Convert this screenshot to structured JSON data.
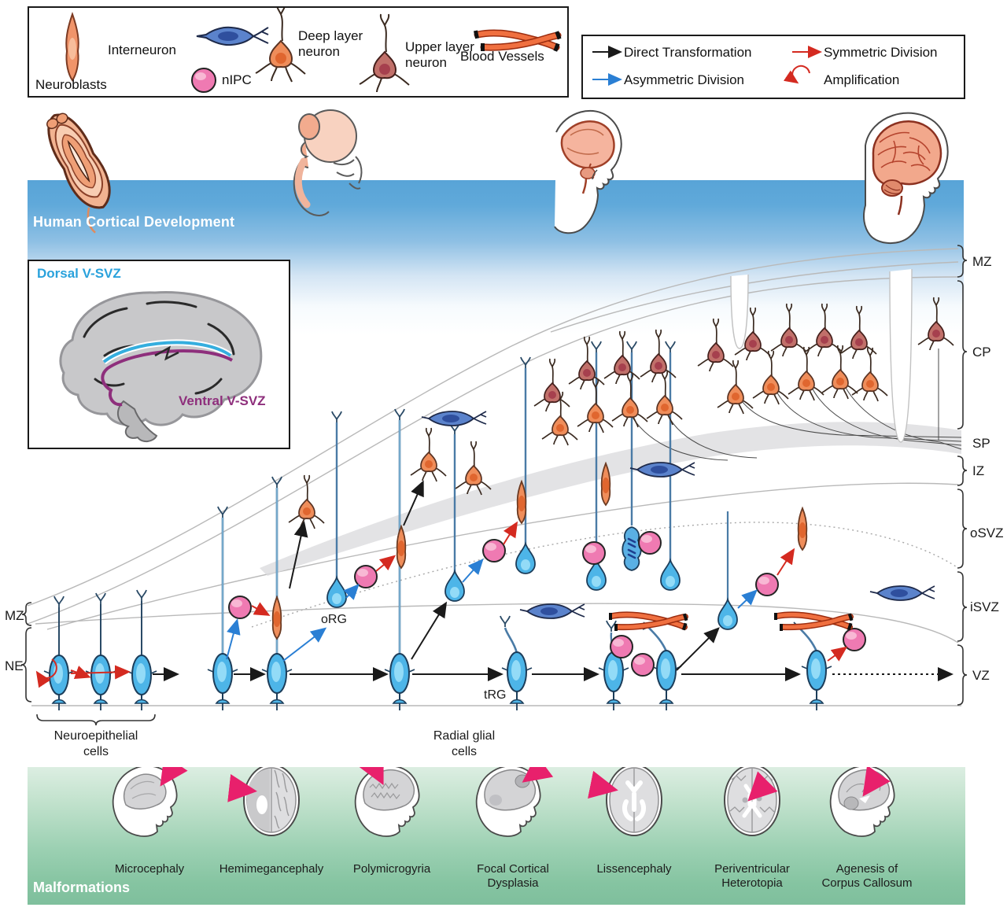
{
  "legend_cells": {
    "items": [
      {
        "name": "neuroblasts",
        "label": "Neuroblasts"
      },
      {
        "name": "interneuron",
        "label": "Interneuron"
      },
      {
        "name": "nipc",
        "label": "nIPC"
      },
      {
        "name": "deep-layer-neuron",
        "label_line1": "Deep layer",
        "label_line2": "neuron"
      },
      {
        "name": "upper-layer-neuron",
        "label_line1": "Upper layer",
        "label_line2": "neuron"
      },
      {
        "name": "blood-vessels",
        "label": "Blood Vessels"
      }
    ]
  },
  "legend_arrows": {
    "items": [
      {
        "name": "direct-transformation",
        "label": "Direct Transformation",
        "color": "#1a1a1a"
      },
      {
        "name": "symmetric-division",
        "label": "Symmetric Division",
        "color": "#d42a20"
      },
      {
        "name": "asymmetric-division",
        "label": "Asymmetric Division",
        "color": "#2a7fd4"
      },
      {
        "name": "amplification",
        "label": "Amplification",
        "color": "#d42a20"
      }
    ]
  },
  "banner": {
    "title": "Human Cortical Development"
  },
  "inset": {
    "dorsal_label": "Dorsal V-SVZ",
    "ventral_label": "Ventral V-SVZ",
    "dorsal_color": "#2aa2dc",
    "ventral_color": "#8e2f7c"
  },
  "zones": {
    "left": [
      {
        "label": "MZ"
      },
      {
        "label": "NE"
      }
    ],
    "right": [
      "MZ",
      "CP",
      "SP",
      "IZ",
      "oSVZ",
      "iSVZ",
      "VZ"
    ]
  },
  "cell_labels": {
    "oRG": "oRG",
    "tRG": "tRG",
    "neuroepithelial_line1": "Neuroepithelial",
    "neuroepithelial_line2": "cells",
    "radial_glial_line1": "Radial glial",
    "radial_glial_line2": "cells"
  },
  "malformations": {
    "title": "Malformations",
    "items": [
      {
        "name": "microcephaly",
        "lines": [
          "Microcephaly"
        ]
      },
      {
        "name": "hemimegancephaly",
        "lines": [
          "Hemimegancephaly"
        ]
      },
      {
        "name": "polymicrogyria",
        "lines": [
          "Polymicrogyria"
        ]
      },
      {
        "name": "focal-cortical-dysplasia",
        "lines": [
          "Focal Cortical",
          "Dysplasia"
        ]
      },
      {
        "name": "lissencephaly",
        "lines": [
          "Lissencephaly"
        ]
      },
      {
        "name": "periventricular-heterotopia",
        "lines": [
          "Periventricular",
          "Heterotopia"
        ]
      },
      {
        "name": "agenesis-corpus-callosum",
        "lines": [
          "Agenesis of",
          "Corpus Callosum"
        ]
      }
    ],
    "arrow_color": "#e8206c"
  },
  "colors": {
    "radial_glia": "#4db5e8",
    "nipc": "#ef7ab2",
    "deep_neuron": "#ef8d5a",
    "upper_neuron": "#c1706a",
    "interneuron": "#5b83cc",
    "vessel": "#f06a3c",
    "band_blue": "#58a4d7",
    "band_green": "#7fbf9d"
  }
}
